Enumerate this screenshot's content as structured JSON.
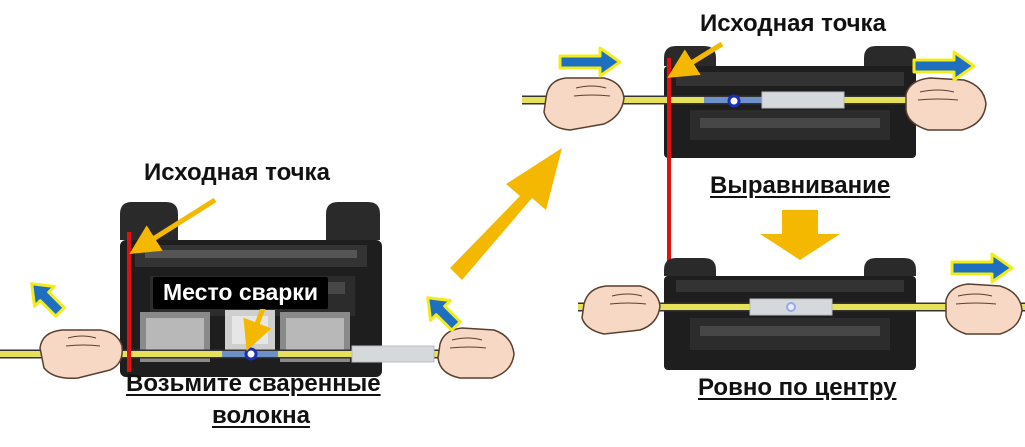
{
  "labels": {
    "left_origin": "Исходная точка",
    "weld_point": "Место сварки",
    "take_fibers_line1": "Возьмите сваренные",
    "take_fibers_line2": "волокна",
    "right_origin": "Исходная точка",
    "alignment": "Выравнивание",
    "centered": "Ровно по центру"
  },
  "colors": {
    "fiber": "#e6e05a",
    "reference_line": "#e01010",
    "big_arrow": "#f5b800",
    "small_arrow_fill": "#1f6fc0",
    "small_arrow_outline": "#f2ec1a",
    "sleeve": "#cfd3d6",
    "splicer_body": "#1e1e1e",
    "weld_box": "#000000"
  },
  "icons": [
    "splicer-device",
    "hand",
    "blue-arrow",
    "orange-arrow",
    "weld-point-marker"
  ]
}
